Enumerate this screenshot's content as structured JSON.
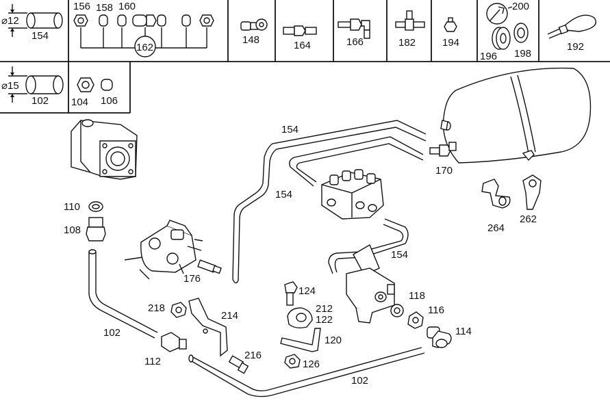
{
  "legend": {
    "tube_12": {
      "diameter": "⌀12",
      "part": "154"
    },
    "tube_15": {
      "diameter": "⌀15",
      "part": "102"
    },
    "fittings_row": [
      "156",
      "158",
      "160",
      "162"
    ],
    "banjo": "148",
    "hose_connector": "164",
    "elbow_connector": "166",
    "tee_connector": "182",
    "plug": "194",
    "tool_kit": [
      "200",
      "196",
      "198"
    ],
    "cable_tie": "192",
    "nuts": [
      "104",
      "106"
    ]
  },
  "labels": {
    "l154a": "154",
    "l154b": "154",
    "l154c": "154",
    "l170": "170",
    "l264": "264",
    "l262": "262",
    "l110": "110",
    "l108": "108",
    "l176": "176",
    "l124": "124",
    "l212": "212",
    "l122": "122",
    "l118": "118",
    "l116": "116",
    "l114": "114",
    "l218": "218",
    "l214": "214",
    "l102a": "102",
    "l120": "120",
    "l112": "112",
    "l216": "216",
    "l126": "126",
    "l102b": "102"
  }
}
